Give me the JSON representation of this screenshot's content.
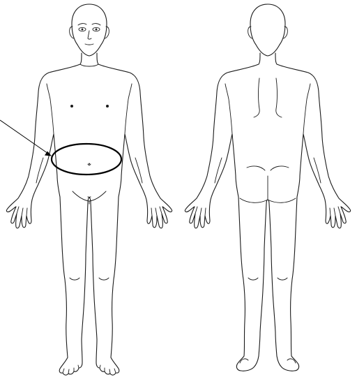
{
  "colors": {
    "background": "#ffffff",
    "outline": "#1a1a1a",
    "marker": "#000000"
  },
  "figures": [
    {
      "view": "front"
    },
    {
      "view": "back"
    }
  ],
  "annotation": {
    "shape": "ellipse",
    "region": "abdomen",
    "pointer": "arrow"
  }
}
